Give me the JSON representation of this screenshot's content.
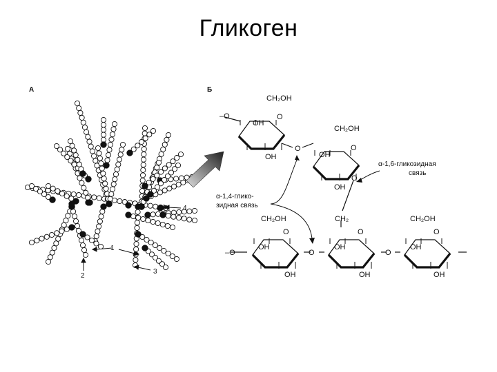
{
  "title": "Гликоген",
  "panel_a": {
    "label": "А",
    "callouts": [
      "1",
      "2",
      "3",
      "4"
    ]
  },
  "panel_b": {
    "label": "Б",
    "alpha14_line1": "α-1,4-глико-",
    "alpha14_line2": "зидная связь",
    "alpha16_line1": "α-1,6-гликозидная",
    "alpha16_line2": "связь",
    "ch2oh": "CH₂OH",
    "ch2": "CH₂",
    "oh": "OH",
    "o": "O",
    "chain_end": "–O"
  },
  "colors": {
    "ink": "#111111",
    "arrow_gradient_dark": "#222222",
    "arrow_gradient_light": "#dddddd"
  }
}
